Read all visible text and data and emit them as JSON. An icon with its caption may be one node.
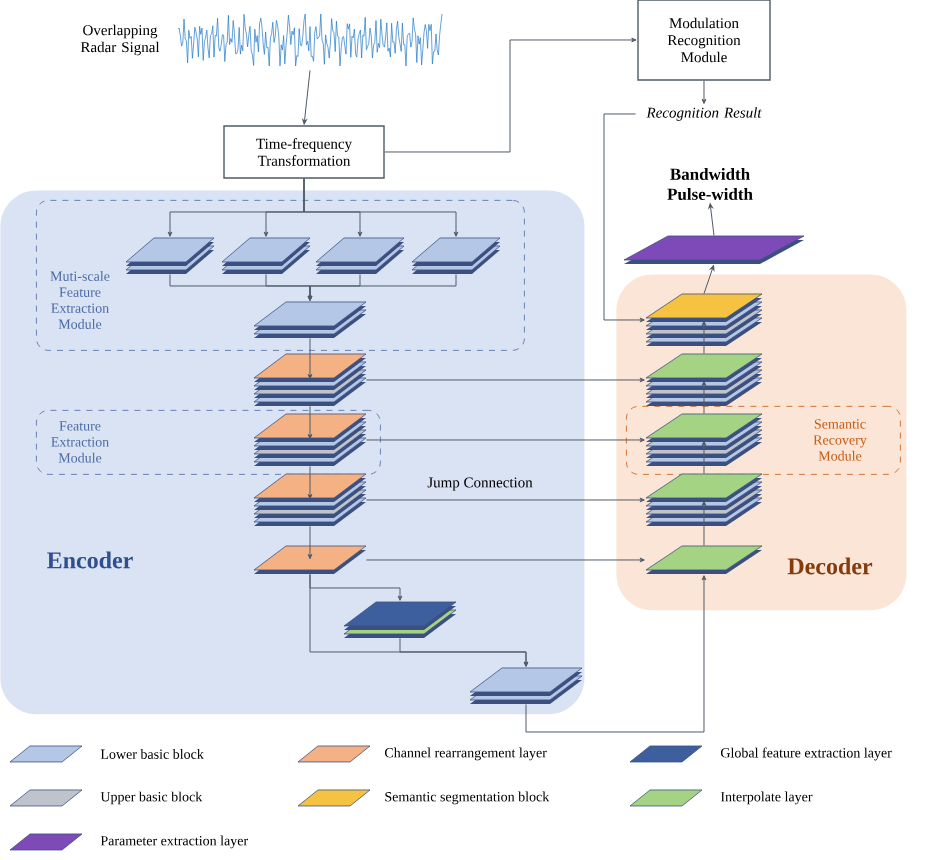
{
  "diagram": {
    "nodes": [
      {
        "text": [],
        "shape": "picture",
        "beside": [
          "Overlapping Radar Signal"
        ]
      },
      {
        "text": [
          "Time-frequency Transformation"
        ]
      },
      {
        "text": [
          "Modulation Recognition Module"
        ]
      },
      {
        "text": [
          "Recognition Result"
        ]
      },
      {
        "text": [
          "Bandwidth Pulse-width"
        ]
      },
      {
        "text": [
          "Encoder"
        ]
      },
      {
        "text": [
          "Muti-scale Feature Extraction Module"
        ],
        "in": 5
      },
      {
        "text": [
          "Feature Extraction Module"
        ],
        "in": 5
      },
      {
        "text": [
          "Decoder"
        ]
      },
      {
        "text": [
          "Semantic Recovery Module"
        ],
        "in": 8
      },
      {
        "text": [],
        "shape": "box",
        "in": 6
      },
      {
        "text": [],
        "shape": "box",
        "in": 6
      },
      {
        "text": [],
        "shape": "box",
        "in": 6
      },
      {
        "text": [],
        "shape": "box",
        "in": 6
      },
      {
        "text": [],
        "shape": "box",
        "in": 6
      },
      {
        "text": [],
        "shape": "box",
        "in": 5
      },
      {
        "text": [],
        "shape": "box",
        "in": 7
      },
      {
        "text": [],
        "shape": "box",
        "in": 5
      },
      {
        "text": [],
        "shape": "box",
        "in": 5
      },
      {
        "text": [],
        "shape": "box",
        "in": 5
      },
      {
        "text": [],
        "shape": "box",
        "in": 5
      },
      {
        "text": [],
        "shape": "box"
      },
      {
        "text": [],
        "shape": "box",
        "in": 8
      },
      {
        "text": [],
        "shape": "box",
        "in": 8
      },
      {
        "text": [],
        "shape": "box",
        "in": 9
      },
      {
        "text": [],
        "shape": "box",
        "in": 8
      },
      {
        "text": [],
        "shape": "box",
        "in": 8
      }
    ],
    "edges": [
      {
        "from": 0,
        "to": 1,
        "arrow": "to"
      },
      {
        "from": 1,
        "to": 10,
        "arrow": "to"
      },
      {
        "from": 1,
        "to": 11,
        "arrow": "to"
      },
      {
        "from": 1,
        "to": 12,
        "arrow": "to"
      },
      {
        "from": 1,
        "to": 13,
        "arrow": "to"
      },
      {
        "from": 1,
        "to": 2,
        "arrow": "to"
      },
      {
        "from": 2,
        "to": 3,
        "arrow": "to"
      },
      {
        "from": 3,
        "to": 22,
        "arrow": "to"
      },
      {
        "from": 10,
        "to": 14,
        "arrow": "to"
      },
      {
        "from": 11,
        "to": 14,
        "arrow": "to"
      },
      {
        "from": 12,
        "to": 14,
        "arrow": "to"
      },
      {
        "from": 13,
        "to": 14,
        "arrow": "to"
      },
      {
        "from": 14,
        "to": 15,
        "arrow": "to"
      },
      {
        "from": 15,
        "to": 16,
        "arrow": "to"
      },
      {
        "from": 16,
        "to": 17,
        "arrow": "to"
      },
      {
        "from": 17,
        "to": 18,
        "arrow": "to"
      },
      {
        "from": 18,
        "to": 19,
        "arrow": "to"
      },
      {
        "from": 18,
        "to": 20,
        "arrow": "to"
      },
      {
        "from": 19,
        "to": 20,
        "arrow": "to"
      },
      {
        "from": 20,
        "to": 26,
        "arrow": "to"
      },
      {
        "from": 15,
        "to": 23,
        "arrow": "to"
      },
      {
        "from": 16,
        "to": 24,
        "arrow": "to"
      },
      {
        "from": 17,
        "to": 25,
        "arrow": "to",
        "label": "Jump Connection"
      },
      {
        "from": 18,
        "to": 26,
        "arrow": "to"
      },
      {
        "from": 26,
        "to": 25,
        "arrow": "to"
      },
      {
        "from": 25,
        "to": 24,
        "arrow": "to"
      },
      {
        "from": 24,
        "to": 23,
        "arrow": "to"
      },
      {
        "from": 23,
        "to": 22,
        "arrow": "to"
      },
      {
        "from": 22,
        "to": 21,
        "arrow": "to"
      },
      {
        "from": 21,
        "to": 4,
        "arrow": "to"
      }
    ],
    "legend": [
      {
        "text": "Lower basic block",
        "color": "#b4c7e7"
      },
      {
        "text": "Channel rearrangement layer",
        "color": "#f4b183"
      },
      {
        "text": "Global feature extraction layer",
        "color": "#3e5f9e"
      },
      {
        "text": "Upper basic block",
        "color": "#bfc3cc"
      },
      {
        "text": "Semantic segmentation block",
        "color": "#f5c242"
      },
      {
        "text": "Interpolate layer",
        "color": "#a3d383"
      },
      {
        "text": "Parameter extraction layer",
        "color": "#7e4ab8"
      }
    ]
  }
}
